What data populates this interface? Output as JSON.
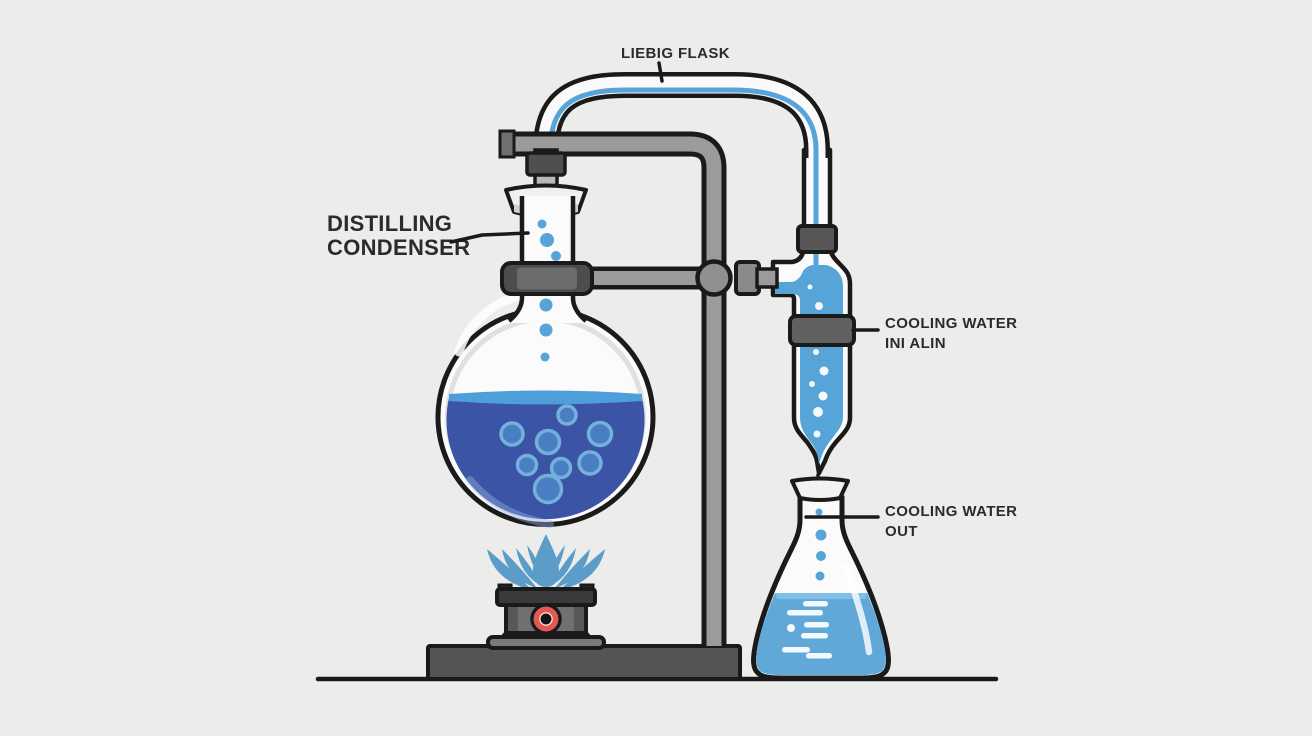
{
  "diagram": {
    "labels": {
      "liebig_flask": "LIEBIG FLASK",
      "distilling_condenser_line1": "DISTILLING",
      "distilling_condenser_line2": "CONDENSER",
      "cooling_water_in_line1": "COOLING WATER",
      "cooling_water_in_line2": "INI ALIN",
      "cooling_water_out_line1": "COOLING WATER",
      "cooling_water_out_line2": "OUT"
    },
    "colors": {
      "background": "#ECECEA",
      "outline": "#1A1A1A",
      "metal_gray": "#9B9B9B",
      "dark_fitting": "#565656",
      "glass_white": "#FBFBFB",
      "flask_liquid": "#3B54A6",
      "liquid_surface": "#4E9ED9",
      "water_blue": "#57A5D8",
      "erlenmeyer_liquid": "#5FA8D8",
      "flame_blue": "#5B9CC9",
      "burner_knob_red": "#E8564E",
      "bubble_fill": "#4A7EC2",
      "bubble_stroke": "#74B0DC"
    },
    "components": [
      "round-bottom distilling flask",
      "retort stand with clamps",
      "vapor tube",
      "condenser column",
      "erlenmeyer collection flask",
      "gas burner with blue flame"
    ]
  }
}
